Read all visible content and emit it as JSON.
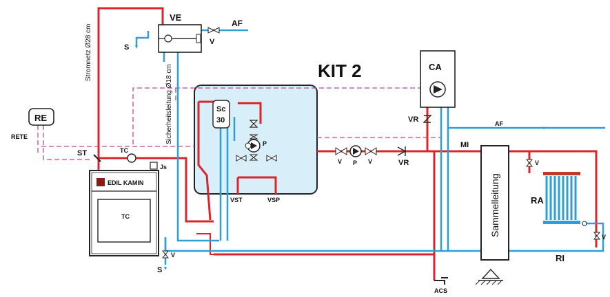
{
  "title": "KIT 2",
  "labels": {
    "ve": "VE",
    "af_top": "AF",
    "af_right": "AF",
    "s_top": "S",
    "s_bottom": "S",
    "v_top": "V",
    "v_pump_left": "V",
    "v_pump_right": "V",
    "v_radiator_top": "V",
    "v_radiator_bottom": "V",
    "v_bottom": "V",
    "ca": "CA",
    "re": "RE",
    "rete": "RETE",
    "st": "ST",
    "tc_sensor": "TC",
    "js": "Js",
    "brand": "EDIL KAMIN",
    "tc_boiler": "TC",
    "sc_line1": "Sc",
    "sc_line2": "30",
    "vst": "VST",
    "vsp": "VSP",
    "p_kit": "P",
    "p_external": "P",
    "vr_top": "VR",
    "vr_mid": "VR",
    "mi": "MI",
    "ri": "RI",
    "ra": "RA",
    "acs": "ACS",
    "sammelleitung": "Sammelleitung",
    "stromnetz": "Stromnetz Ø28 cm",
    "sicherheitsleitung": "Sicherheitsleitung Ø18 cm"
  },
  "colors": {
    "supply": "#d9252b",
    "return": "#2d9fd4",
    "signal": "#c04a8a",
    "kit_panel": "#d8eef8",
    "radiator_top": "#c0392b",
    "radiator_bottom": "#2d9fd4"
  }
}
